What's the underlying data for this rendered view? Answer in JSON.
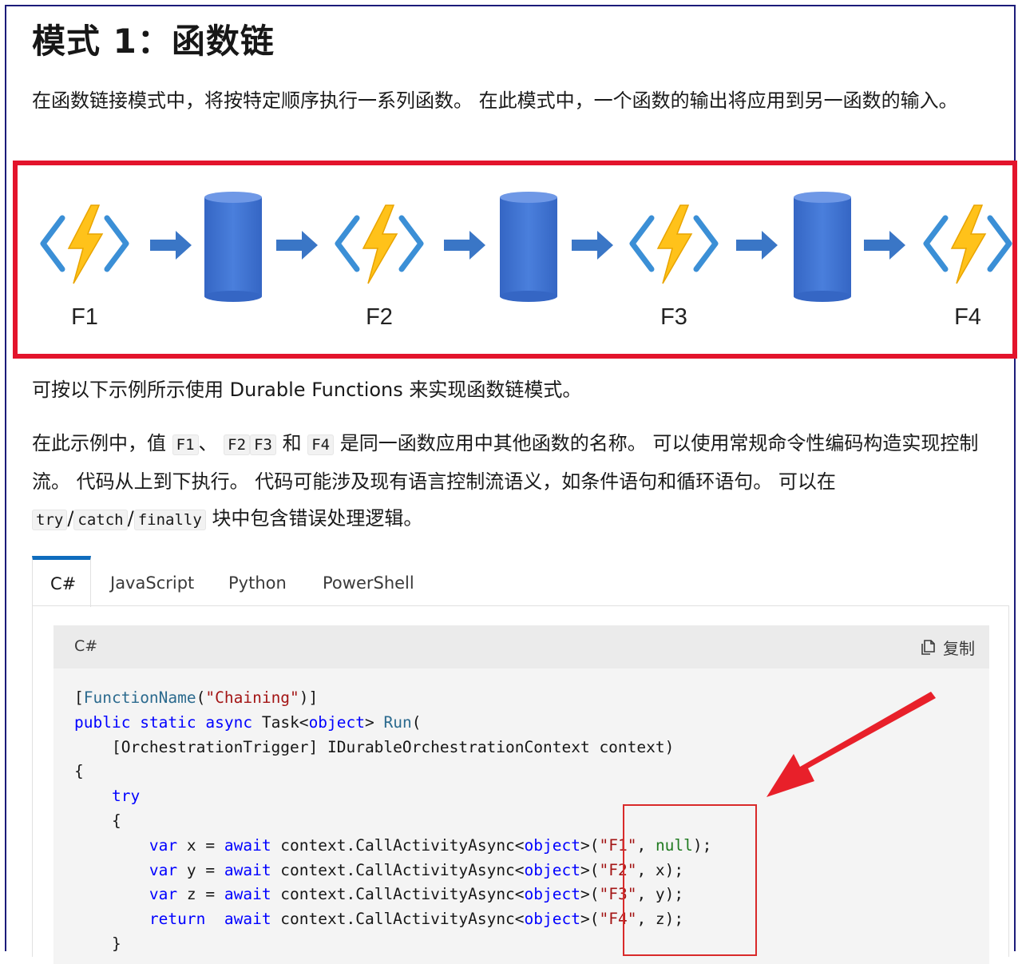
{
  "title": "模式 1：函数链",
  "intro": "在函数链接模式中，将按特定顺序执行一系列函数。 在此模式中，一个函数的输出将应用到另一函数的输入。",
  "diagram": {
    "function_labels": [
      "F1",
      "F2",
      "F3",
      "F4"
    ],
    "node_icon": "azure-function-bolt-icon",
    "storage_icon": "storage-cylinder-icon",
    "arrow_icon": "right-arrow-icon",
    "colors": {
      "cylinder": "#3e6fce",
      "arrow": "#3a76c6",
      "bracket": "#3b8fd6",
      "bolt": "#ffc21a",
      "highlight_border": "#e3142c"
    }
  },
  "usage": "可按以下示例所示使用 Durable Functions 来实现函数链模式。",
  "details": {
    "pre": "在此示例中，值",
    "codes": [
      "F1",
      "F2",
      "F3",
      "F4"
    ],
    "sep1": "、",
    "and": "和",
    "mid": "是同一函数应用中其他函数的名称。 可以使用常规命令性编码构造实现控制流。 代码从上到下执行。 代码可能涉及现有语言控制流语义，如条件语句和循环语句。 可以在",
    "try": "try",
    "catch": "catch",
    "finally": "finally",
    "slash": "/",
    "post": "块中包含错误处理逻辑。"
  },
  "tabs": [
    {
      "label": "C#",
      "active": true
    },
    {
      "label": "JavaScript",
      "active": false
    },
    {
      "label": "Python",
      "active": false
    },
    {
      "label": "PowerShell",
      "active": false
    }
  ],
  "code_block": {
    "language": "C#",
    "copy_label": "复制",
    "copy_icon": "copy-icon",
    "lines": [
      "[FunctionName(\"Chaining\")]",
      "public static async Task<object> Run(",
      "    [OrchestrationTrigger] IDurableOrchestrationContext context)",
      "{",
      "    try",
      "    {",
      "        var x = await context.CallActivityAsync<object>(\"F1\", null);",
      "        var y = await context.CallActivityAsync<object>(\"F2\", x);",
      "        var z = await context.CallActivityAsync<object>(\"F3\", y);",
      "        return  await context.CallActivityAsync<object>(\"F4\", z);",
      "    }"
    ]
  },
  "annotation": {
    "arrow_color": "#e8202a",
    "box_color": "#d92a2a"
  }
}
